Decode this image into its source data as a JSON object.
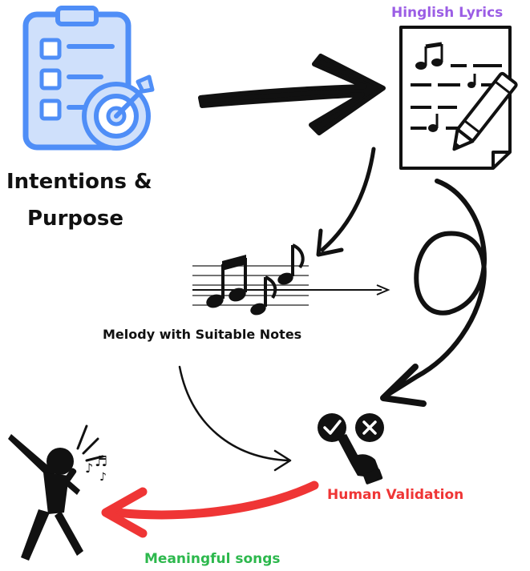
{
  "nodes": {
    "intentions": {
      "line1": "Intentions &",
      "line2": "Purpose",
      "icon": "checklist-target-icon"
    },
    "lyrics": {
      "label": "Hinglish Lyrics",
      "icon": "music-sheet-pencil-icon"
    },
    "melody": {
      "label": "Melody with Suitable Notes",
      "icon": "music-notes-staff-icon"
    },
    "validation": {
      "label": "Human Validation",
      "icon": "hand-check-cross-icon"
    },
    "songs": {
      "label": "Meaningful songs",
      "icon": "singer-icon"
    }
  },
  "colors": {
    "lyrics_label": "#9b5de5",
    "validation_label": "#ef3535",
    "songs_label": "#2db84d",
    "icon_blue": "#4f8ef7",
    "icon_blue_light": "#cfe0fb",
    "return_arrow": "#ef3535"
  },
  "edges": [
    {
      "from": "intentions",
      "to": "lyrics"
    },
    {
      "from": "lyrics",
      "to": "melody"
    },
    {
      "from": "lyrics",
      "to": "validation"
    },
    {
      "from": "melody",
      "to": "validation"
    },
    {
      "from": "validation",
      "to": "songs"
    }
  ]
}
